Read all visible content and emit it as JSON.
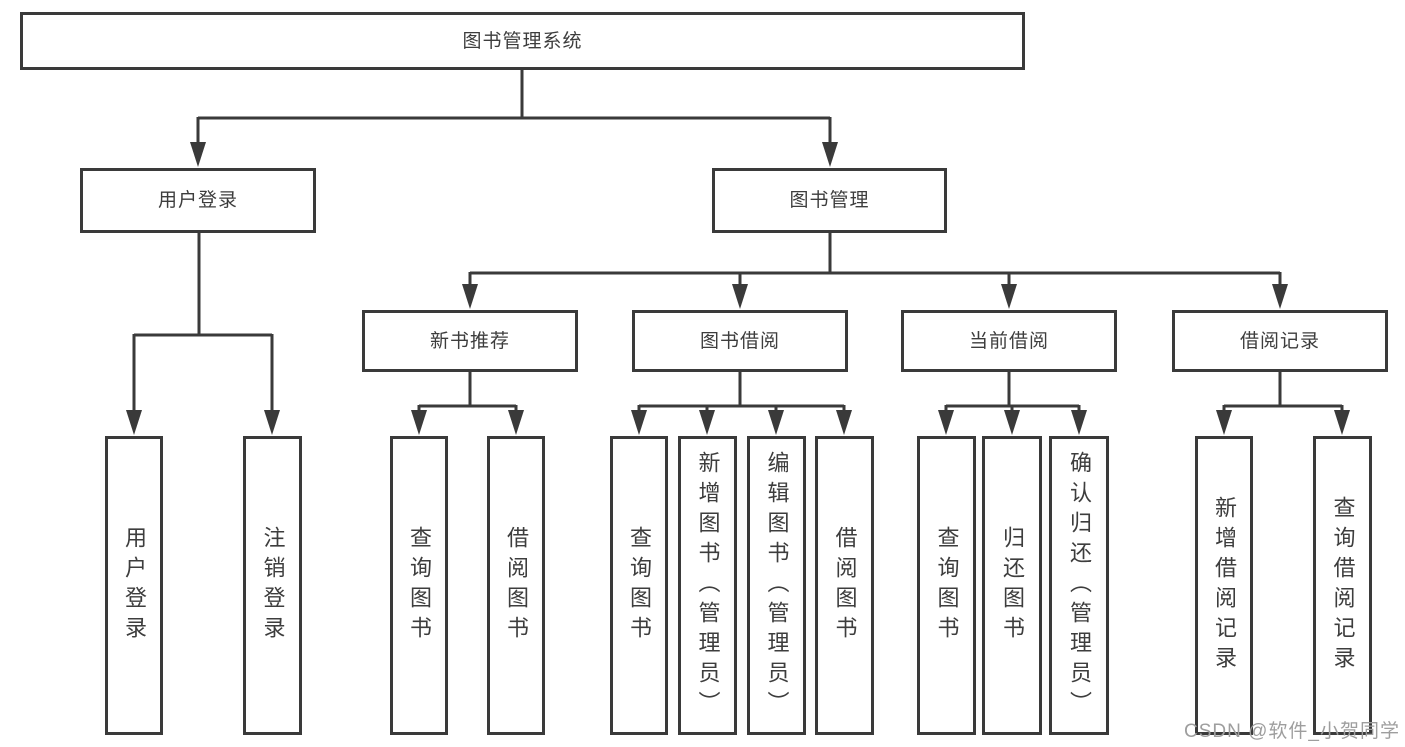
{
  "diagram": {
    "type": "hierarchy-tree",
    "title": "图书管理系统"
  },
  "nodes": {
    "root": "图书管理系统",
    "user_login": "用户登录",
    "book_mgmt": "图书管理",
    "new_book_rec": "新书推荐",
    "book_borrow": "图书借阅",
    "current_borrow": "当前借阅",
    "borrow_record": "借阅记录",
    "leaf_user_login": "用户登录",
    "leaf_logout": "注销登录",
    "nb_query_book": "查询图书",
    "nb_borrow_book": "借阅图书",
    "bb_query_book": "查询图书",
    "bb_add_book": "新增图书（管理员）",
    "bb_edit_book": "编辑图书（管理员）",
    "bb_borrow_book": "借阅图书",
    "cb_query_book": "查询图书",
    "cb_return_book": "归还图书",
    "cb_confirm_return": "确认归还（管理员）",
    "br_add_record": "新增借阅记录",
    "br_query_record": "查询借阅记录"
  },
  "hierarchy": {
    "图书管理系统": {
      "用户登录": [
        "用户登录",
        "注销登录"
      ],
      "图书管理": {
        "新书推荐": [
          "查询图书",
          "借阅图书"
        ],
        "图书借阅": [
          "查询图书",
          "新增图书（管理员）",
          "编辑图书（管理员）",
          "借阅图书"
        ],
        "当前借阅": [
          "查询图书",
          "归还图书",
          "确认归还（管理员）"
        ],
        "借阅记录": [
          "新增借阅记录",
          "查询借阅记录"
        ]
      }
    }
  },
  "watermark": "CSDN @软件_小贺同学",
  "colors": {
    "line": "#3a3a3a",
    "text": "#3d3d3d",
    "background": "#ffffff",
    "watermark": "#9e9e9e"
  }
}
